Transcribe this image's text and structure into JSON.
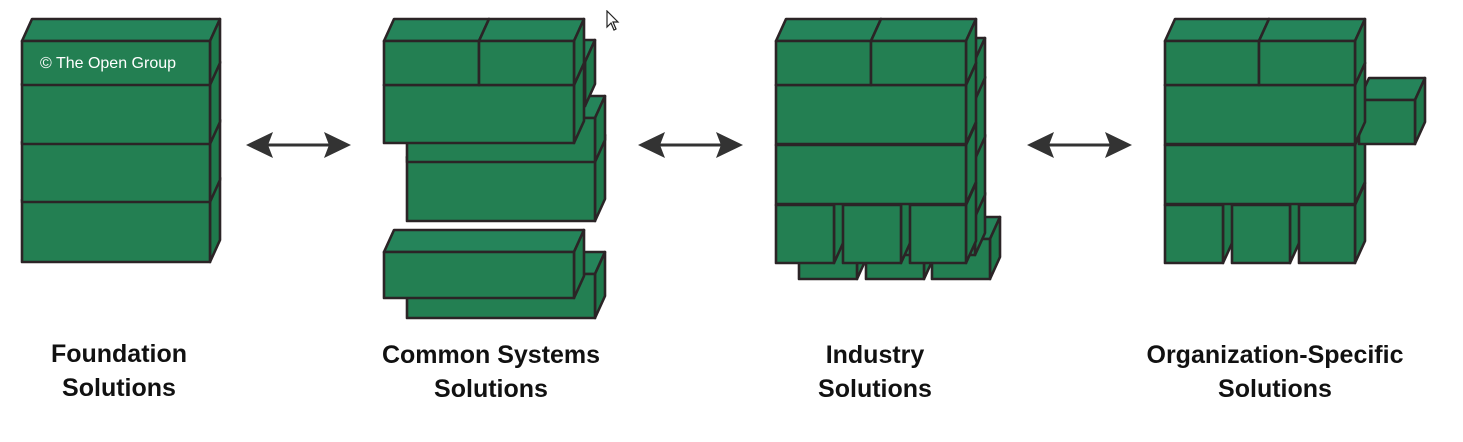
{
  "diagram": {
    "copyright_text": "© The Open Group",
    "colors": {
      "block_fill": "#237f52",
      "block_outline": "#2b2426",
      "arrow": "#333333",
      "label_text": "#111111"
    },
    "columns": [
      {
        "id": "foundation",
        "label_line1": "Foundation",
        "label_line2": "Solutions"
      },
      {
        "id": "common-systems",
        "label_line1": "Common Systems",
        "label_line2": "Solutions"
      },
      {
        "id": "industry",
        "label_line1": "Industry",
        "label_line2": "Solutions"
      },
      {
        "id": "organization-specific",
        "label_line1": "Organization-Specific",
        "label_line2": "Solutions"
      }
    ],
    "connectors": [
      {
        "from": "foundation",
        "to": "common-systems",
        "type": "bidirectional-arrow"
      },
      {
        "from": "common-systems",
        "to": "industry",
        "type": "bidirectional-arrow"
      },
      {
        "from": "industry",
        "to": "organization-specific",
        "type": "bidirectional-arrow"
      }
    ]
  }
}
